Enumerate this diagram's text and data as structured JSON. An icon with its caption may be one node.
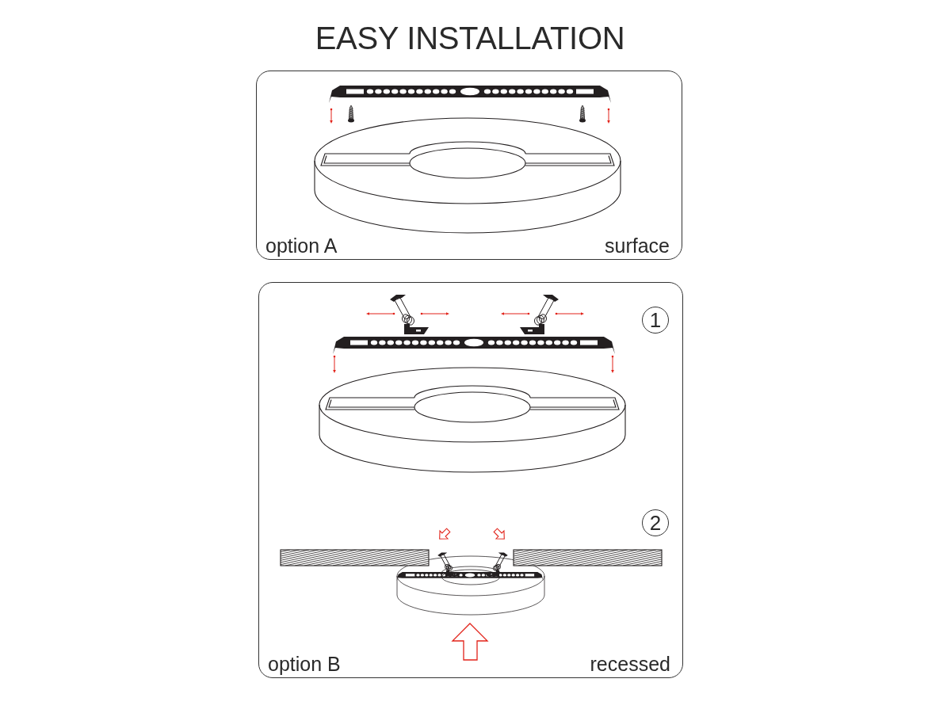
{
  "diagram": {
    "title": "EASY INSTALLATION",
    "nodes": [
      {
        "text": [
          "option A",
          "surface"
        ]
      },
      {
        "text": [
          "option B",
          "recessed"
        ]
      },
      {
        "text": [
          "1"
        ],
        "in": 1
      },
      {
        "text": [
          "2"
        ],
        "in": 1
      }
    ]
  }
}
